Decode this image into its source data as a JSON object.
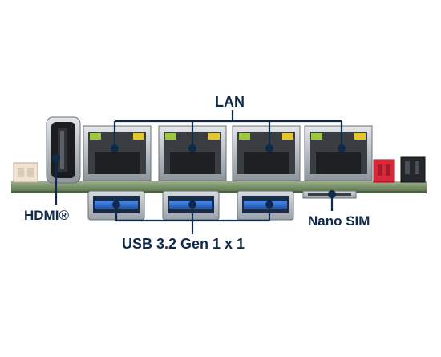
{
  "labels": {
    "lan": "LAN",
    "hdmi": "HDMI®",
    "usb": "USB 3.2 Gen 1 x 1",
    "nano_sim": "Nano SIM"
  },
  "colors": {
    "callout_line": "#0f2a4a",
    "pcb_green": "#7f9a6e",
    "port_metal": "#c9cdd2",
    "usb_blue": "#2f6fd0",
    "led_green": "#9bc83c",
    "led_yellow": "#e6c52b",
    "red_connector": "#d8283a",
    "beige_connector": "#e9dcc9"
  },
  "icons": [
    "rj45-port-icon",
    "usb-a-port-icon",
    "hdmi-port-icon",
    "sim-slot-icon"
  ]
}
